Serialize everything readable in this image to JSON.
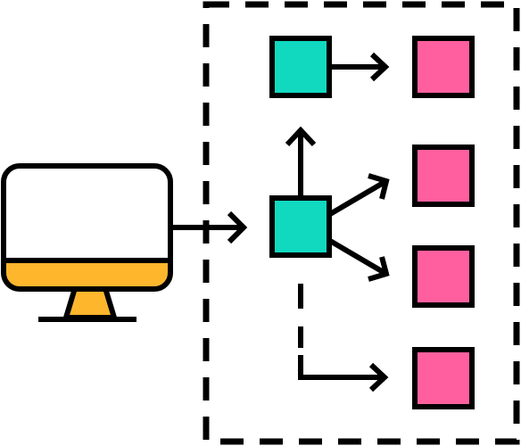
{
  "colors": {
    "stroke": "#000000",
    "background": "#ffffff",
    "monitor_screen": "#ffffff",
    "monitor_bezel": "#feb62d",
    "monitor_stand": "#feb62d",
    "router_node": "#10d9c0",
    "endpoint_node": "#ff5f9e"
  },
  "icons": {
    "computer": "desktop-monitor-icon",
    "router_node": "teal-square-node",
    "secondary_node": "teal-square-node",
    "endpoint_node": "pink-square-node"
  },
  "nodes": {
    "router": {
      "kind": "teal",
      "label": ""
    },
    "secondary": {
      "kind": "teal",
      "label": ""
    },
    "endpoints": [
      {
        "kind": "pink",
        "label": ""
      },
      {
        "kind": "pink",
        "label": ""
      },
      {
        "kind": "pink",
        "label": ""
      },
      {
        "kind": "pink",
        "label": ""
      }
    ]
  },
  "connections": [
    {
      "from": "computer",
      "to": "router",
      "style": "arrow"
    },
    {
      "from": "router",
      "to": "secondary",
      "style": "arrow"
    },
    {
      "from": "secondary",
      "to": "endpoint-1",
      "style": "arrow"
    },
    {
      "from": "router",
      "to": "endpoint-2",
      "style": "arrow"
    },
    {
      "from": "router",
      "to": "endpoint-3",
      "style": "arrow"
    },
    {
      "from": "router",
      "to": "endpoint-4",
      "style": "dashed-elbow-arrow"
    }
  ],
  "boundary": {
    "style": "dashed"
  }
}
